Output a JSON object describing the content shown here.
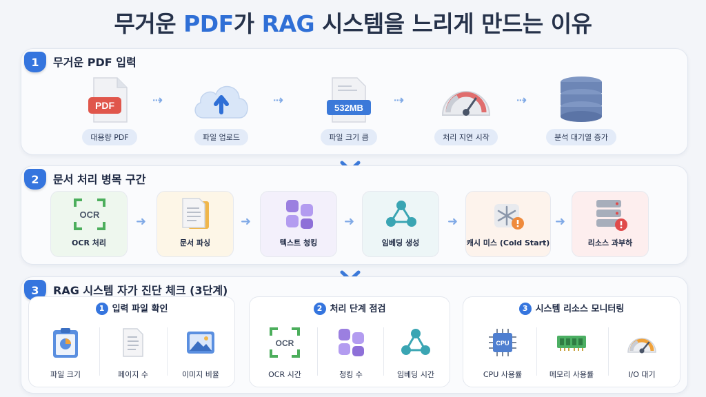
{
  "title": {
    "part1": "무거운 ",
    "pdf": "PDF",
    "part2": "가 ",
    "rag": "RAG",
    "part3": " 시스템을 느리게 만드는 이유"
  },
  "colors": {
    "accent": "#3575de",
    "arrow": "#7fa9e6",
    "pill_bg": "#e3ebf8"
  },
  "section1": {
    "number": "1",
    "title": "무거운 PDF 입력",
    "steps": [
      {
        "label": "대용량 PDF",
        "icon": "pdf-file-icon",
        "icon_text": "PDF"
      },
      {
        "label": "파일 업로드",
        "icon": "cloud-upload-icon"
      },
      {
        "label": "파일 크기 큼",
        "icon": "large-file-icon",
        "icon_text": "532MB"
      },
      {
        "label": "처리 지연 시작",
        "icon": "speedometer-icon"
      },
      {
        "label": "분석 대기열 증가",
        "icon": "database-icon"
      }
    ]
  },
  "section2": {
    "number": "2",
    "title": "문서 처리 병목 구간",
    "steps": [
      {
        "label": "OCR 처리",
        "icon": "ocr-scan-icon",
        "icon_text": "OCR"
      },
      {
        "label": "문서 파싱",
        "icon": "document-icon"
      },
      {
        "label": "텍스트 청킹",
        "icon": "chunks-icon"
      },
      {
        "label": "임베딩 생성",
        "icon": "embedding-graph-icon"
      },
      {
        "label": "캐시 미스 (Cold Start)",
        "icon": "cache-miss-snowflake-icon"
      },
      {
        "label": "리소스 과부하",
        "icon": "server-overload-icon"
      }
    ]
  },
  "section3": {
    "number": "3",
    "title": "RAG 시스템 자가 진단 체크 (3단계)",
    "groups": [
      {
        "number": "1",
        "title": "입력 파일 확인",
        "items": [
          {
            "label": "파일 크기",
            "icon": "clipboard-chart-icon"
          },
          {
            "label": "페이지 수",
            "icon": "pages-icon"
          },
          {
            "label": "이미지 비율",
            "icon": "image-icon"
          }
        ]
      },
      {
        "number": "2",
        "title": "처리 단계 점검",
        "items": [
          {
            "label": "OCR 시간",
            "icon": "ocr-scan-icon",
            "icon_text": "OCR"
          },
          {
            "label": "청킹 수",
            "icon": "chunks-icon"
          },
          {
            "label": "임베딩 시간",
            "icon": "embedding-graph-icon"
          }
        ]
      },
      {
        "number": "3",
        "title": "시스템 리소스 모니터링",
        "items": [
          {
            "label": "CPU 사용률",
            "icon": "cpu-chip-icon",
            "icon_text": "CPU"
          },
          {
            "label": "메모리 사용률",
            "icon": "memory-ram-icon"
          },
          {
            "label": "I/O 대기",
            "icon": "io-gauge-icon"
          }
        ]
      }
    ]
  }
}
